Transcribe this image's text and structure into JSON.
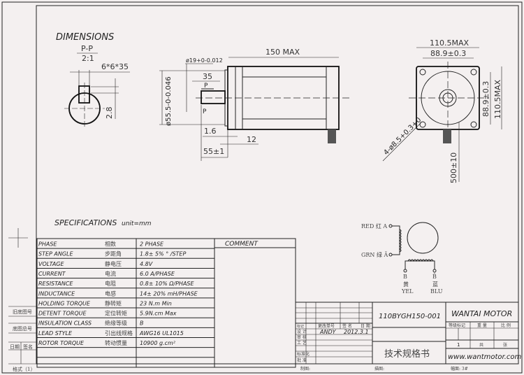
{
  "title": "DIMENSIONS",
  "section": {
    "label": "P-P",
    "scale": "2:1",
    "key": "6*6*35",
    "key_depth": "2.8"
  },
  "side_view": {
    "length": "150 MAX",
    "shaft_dia": "ø19+0-0.012",
    "pilot_dia": "ø55.5-0-0.046",
    "key_len": "35",
    "section_mark": "P",
    "flange_gap": "1.6",
    "flange_thk": "12",
    "shaft_len": "55±1"
  },
  "front_view": {
    "outer_w": "110.5MAX",
    "hole_pitch_w": "88.9±0.3",
    "hole_pitch_h": "88.9±0.3",
    "outer_h": "110.5MAX",
    "holes": "4-ø8.5+0.3+0",
    "lead_len": "500±10"
  },
  "specs_heading": "SPECIFICATIONS",
  "specs_unit": "unit=mm",
  "comment_header": "COMMENT",
  "specs": [
    {
      "name": "PHASE",
      "cn": "相数",
      "value": "2  PHASE"
    },
    {
      "name": "STEP ANGLE",
      "cn": "步距角",
      "value": "1.8± 5% ° /STEP"
    },
    {
      "name": "VOLTAGE",
      "cn": "静电压",
      "value": "4.8V"
    },
    {
      "name": "CURRENT",
      "cn": "电流",
      "value": "6.0 A/PHASE"
    },
    {
      "name": "RESISTANCE",
      "cn": "电阻",
      "value": "0.8± 10%  Ω/PHASE"
    },
    {
      "name": "INDUCTANCE",
      "cn": "电感",
      "value": "14± 20% mH/PHASE"
    },
    {
      "name": "HOLDING TORQUE",
      "cn": "静转矩",
      "value": "23 N.m Min"
    },
    {
      "name": "DETENT TORQUE",
      "cn": "定位转矩",
      "value": "5.9N.cm Max"
    },
    {
      "name": "INSULATION CLASS",
      "cn": "绝缘等级",
      "value": "B"
    },
    {
      "name": "LEAD STYLE",
      "cn": "引出线规格",
      "value": "AWG16 UL1015"
    },
    {
      "name": "ROTOR TORQUE",
      "cn": "转动惯量",
      "value": "10900 g.cm²"
    }
  ],
  "wiring": {
    "a": "RED 红 A",
    "a_bar": "GRN 绿 Ā",
    "b": "B",
    "b_cn": "黄",
    "b_en": "YEL",
    "b_bar": "B̄",
    "b_bar_cn": "蓝",
    "b_bar_en": "BLU"
  },
  "side_labels": {
    "old_no": "旧底图号",
    "total_no": "底图总号",
    "date": "日期",
    "sign": "签名",
    "format": "格式（1）"
  },
  "title_block": {
    "part_no": "110BYGH150-001",
    "company": "WANTAI MOTOR",
    "doc_title": "技术规格书",
    "website": "www.wantmotor.com",
    "mark": "标记",
    "change_no": "更改单号",
    "signature": "签 名",
    "date": "日 期",
    "design": "设 计",
    "designer": "ANDY",
    "design_date": "2012.3.1",
    "review": "审 核",
    "process": "工 艺",
    "standard": "标准化",
    "approve": "批 准",
    "grade": "等级标记",
    "weight": "重 量",
    "ratio": "比 例",
    "sheet": "1",
    "total": "共",
    "sheets": "张",
    "drawn": "制图:",
    "traced": "描图:",
    "size": "幅面: 3#"
  }
}
